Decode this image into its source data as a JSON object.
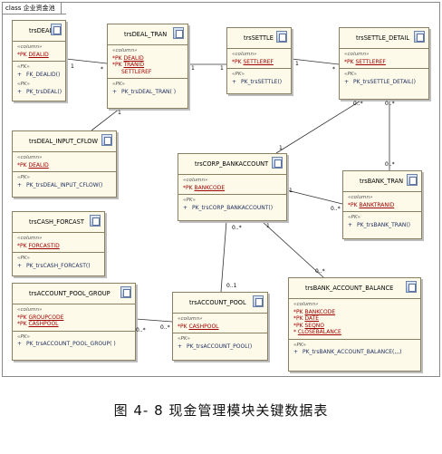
{
  "frame": {
    "title": "class 企业资金池"
  },
  "caption": "图 4- 8 现金管理模块关键数据表",
  "tables": {
    "trsdeal": {
      "name": "trsDEAL",
      "columns_stereo": "«column»",
      "columns": [
        {
          "prefix": "*PK",
          "name": "DEALID"
        }
      ],
      "fk_stereo": "«FK»",
      "fk_ops": [
        {
          "prefix": "+",
          "name": "FK_DEALID()"
        }
      ],
      "pk_stereo": "«PK»",
      "pk_ops": [
        {
          "prefix": "+",
          "name": "PK_trsDEAL()"
        }
      ]
    },
    "trsdeal_tran": {
      "name": "trsDEAL_TRAN",
      "columns_stereo": "«column»",
      "columns": [
        {
          "prefix": "*PK",
          "name": "DEALID"
        },
        {
          "prefix": "*PK",
          "name": "TRANID"
        },
        {
          "prefix": "",
          "name": "SETTLEREF"
        }
      ],
      "pk_stereo": "«PK»",
      "pk_ops": [
        {
          "prefix": "+",
          "name": "PK_trsDEAL_TRAN( )"
        }
      ]
    },
    "trssettle": {
      "name": "trsSETTLE",
      "columns_stereo": "«column»",
      "columns": [
        {
          "prefix": "*PK",
          "name": "SETTLEREF"
        }
      ],
      "pk_stereo": "«PK»",
      "pk_ops": [
        {
          "prefix": "+",
          "name": "PK_trsSETTLE()"
        }
      ]
    },
    "trssettle_detail": {
      "name": "trsSETTLE_DETAIL",
      "columns_stereo": "«column»",
      "columns": [
        {
          "prefix": "*PK",
          "name": "SETTLEREF"
        }
      ],
      "pk_stereo": "«PK»",
      "pk_ops": [
        {
          "prefix": "+",
          "name": "PK_trsSETTLE_DETAIL()"
        }
      ]
    },
    "trsdeal_input_cflow": {
      "name": "trsDEAL_INPUT_CFLOW",
      "columns_stereo": "«column»",
      "columns": [
        {
          "prefix": "*PK",
          "name": "DEALID"
        }
      ],
      "pk_stereo": "«PK»",
      "pk_ops": [
        {
          "prefix": "+",
          "name": "PK_trsDEAL_INPUT_CFLOW()"
        }
      ]
    },
    "trscorp_bankaccount": {
      "name": "trsCORP_BANKACCOUNT",
      "columns_stereo": "«column»",
      "columns": [
        {
          "prefix": "*PK",
          "name": "BANKCODE"
        }
      ],
      "pk_stereo": "«PK»",
      "pk_ops": [
        {
          "prefix": "+",
          "name": "PK_trsCORP_BANKACCOUNT()"
        }
      ]
    },
    "trsbank_tran": {
      "name": "trsBANK_TRAN",
      "columns_stereo": "«column»",
      "columns": [
        {
          "prefix": "*PK",
          "name": "BANKTRANID"
        }
      ],
      "pk_stereo": "«PK»",
      "pk_ops": [
        {
          "prefix": "+",
          "name": "PK_trsBANK_TRAN()"
        }
      ]
    },
    "trscash_forcast": {
      "name": "trsCASH_FORCAST",
      "columns_stereo": "«column»",
      "columns": [
        {
          "prefix": "*PK",
          "name": "FORCASTID"
        }
      ],
      "pk_stereo": "«PK»",
      "pk_ops": [
        {
          "prefix": "+",
          "name": "PK_trsCASH_FORCAST()"
        }
      ]
    },
    "trsaccount_pool_group": {
      "name": "trsACCOUNT_POOL_GROUP",
      "columns_stereo": "«column»",
      "columns": [
        {
          "prefix": "*PK",
          "name": "GROUPCODE"
        },
        {
          "prefix": "*PK",
          "name": "CASHPOOL"
        }
      ],
      "pk_stereo": "«PK»",
      "pk_ops": [
        {
          "prefix": "+",
          "name": "PK_trsACCOUNT_POOL_GROUP( )"
        }
      ]
    },
    "trsaccount_pool": {
      "name": "trsACCOUNT_POOL",
      "columns_stereo": "«column»",
      "columns": [
        {
          "prefix": "*PK",
          "name": "CASHPOOL"
        }
      ],
      "pk_stereo": "«PK»",
      "pk_ops": [
        {
          "prefix": "+",
          "name": "PK_trsACCOUNT_POOL()"
        }
      ]
    },
    "trsbank_account_balance": {
      "name": "trsBANK_ACCOUNT_BALANCE",
      "columns_stereo": "«column»",
      "columns": [
        {
          "prefix": "*PK",
          "name": "BANKCODE"
        },
        {
          "prefix": "*PK",
          "name": "DATE"
        },
        {
          "prefix": "*PK",
          "name": "SEQNO"
        },
        {
          "prefix": "*",
          "name": "CLOSEBALANCE"
        }
      ],
      "pk_stereo": "«PK»",
      "pk_ops": [
        {
          "prefix": "+",
          "name": "PK_trsBANK_ACCOUNT_BALANCE(,,,)"
        }
      ]
    }
  },
  "multiplicities": {
    "deal_dealtran_a": "1",
    "deal_dealtran_b": "*",
    "dealtran_settle_a": "1",
    "dealtran_settle_b": "1",
    "settle_detail_a": "1",
    "settle_detail_b": "*",
    "dealtran_cflow": "1",
    "detail_corp": "0..*",
    "detail_banktran_a": "0..*",
    "detail_banktran_b": "0..*",
    "corp_detail": "1",
    "corp_banktran_a": "1",
    "corp_banktran_b": "0..*",
    "corp_pool": "0..*",
    "corp_balance_a": "1",
    "corp_balance_b": "0..*",
    "pool_up": "0..1",
    "group_pool_a": "0..*",
    "group_pool_b": "0..*"
  }
}
